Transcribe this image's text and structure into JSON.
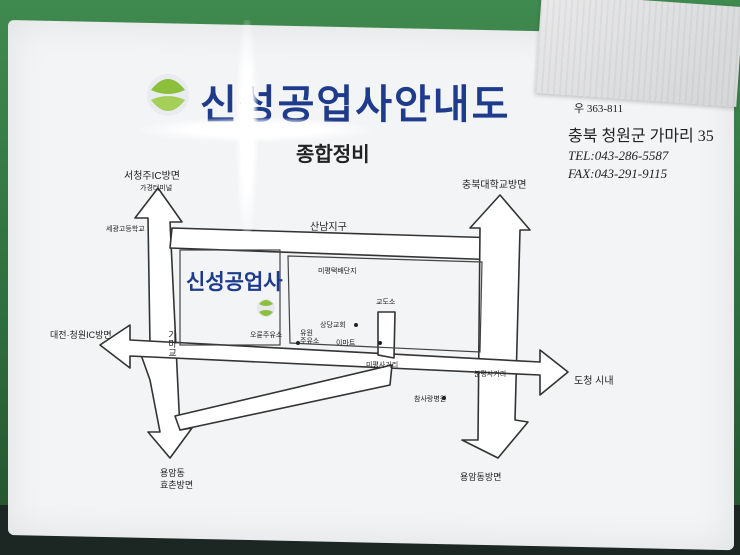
{
  "sign": {
    "title": "신성공업사안내도",
    "subtitle": "종합정비",
    "zip": "우 363-811",
    "address": "충북 청원군 가마리 35",
    "tel": "TEL:043-286-5587",
    "fax": "FAX:043-291-9115"
  },
  "map": {
    "business_name": "신성공업사",
    "labels": {
      "north_west": "서청주IC방면",
      "north_west_sub": "가경터미널",
      "north_east": "충북대학교방면",
      "sannam": "산남지구",
      "school": "세광고등학교",
      "west": "대전·청원IC방면",
      "gamagyo": "가마교",
      "east": "도청 시내",
      "south_west": "용암동",
      "south_west_sub": "효촌방면",
      "south_east": "용암동방면",
      "miryeong_complex": "미평택배단지",
      "church": "상당교회",
      "emart": "이마트",
      "gyodosо": "교도소",
      "miryeong_cross": "미평사거리",
      "bunpyeong_cross": "분평사거리",
      "hospital": "참사랑병원",
      "gas_station": "오륜주유소",
      "gas2": "유원",
      "gas2_sub": "주유소"
    }
  },
  "colors": {
    "title_blue": "#1f3c8c",
    "frame_green": "#3f8a4f",
    "logo_green": "#8bbf3c"
  }
}
